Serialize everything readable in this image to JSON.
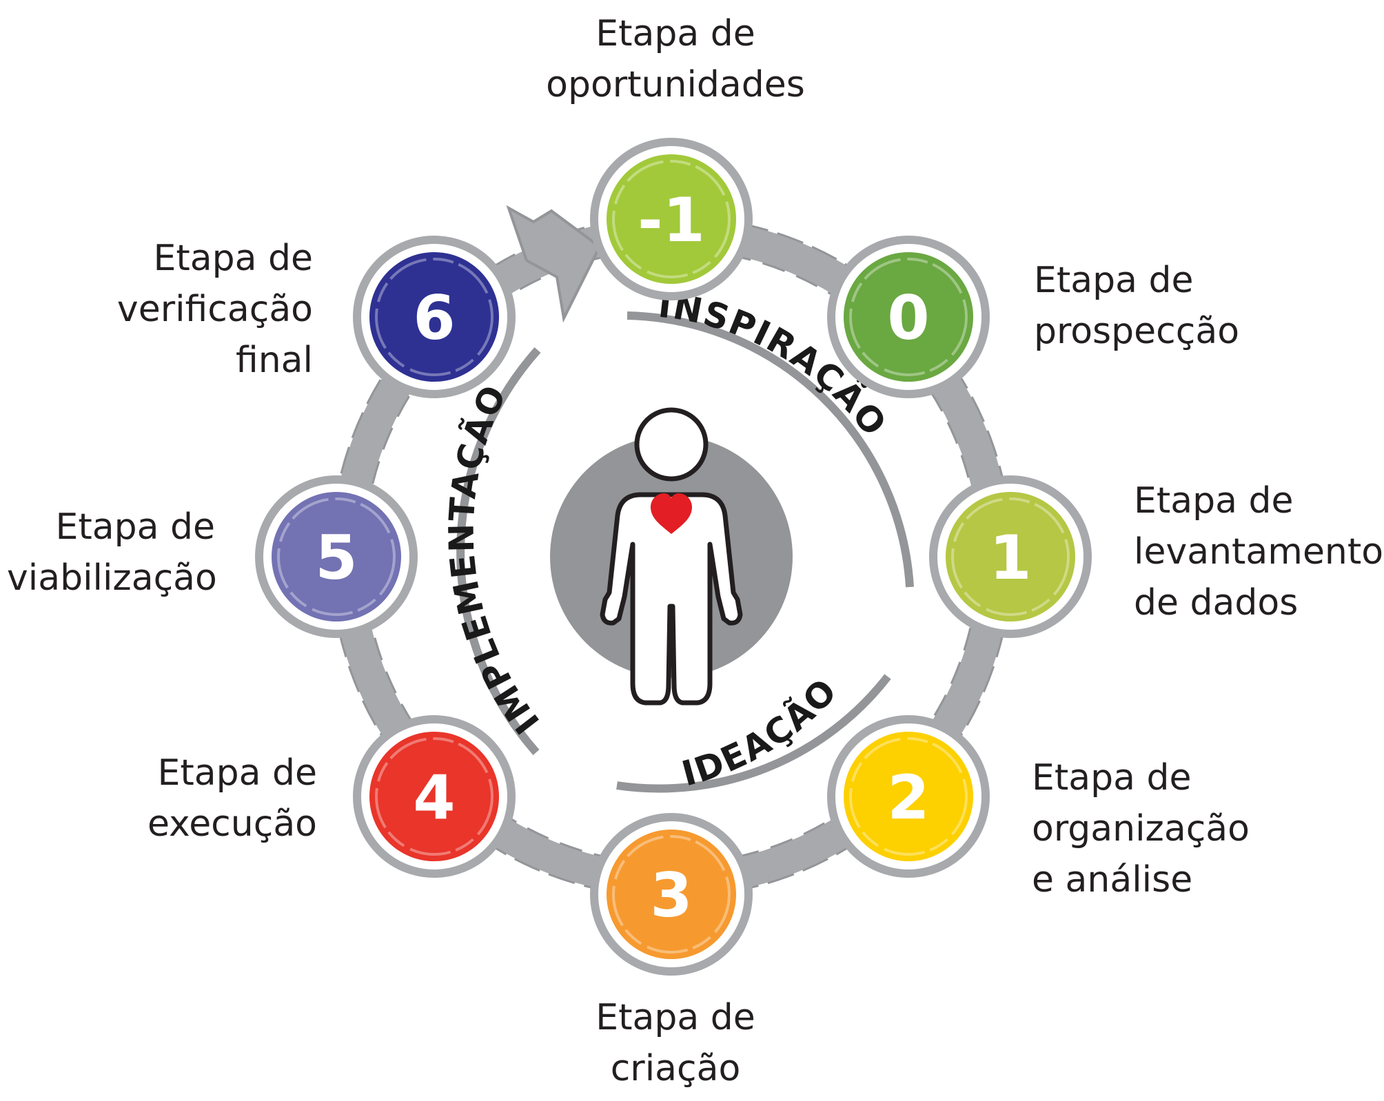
{
  "diagram": {
    "center_figure": "person-with-heart-icon",
    "colors": {
      "ring": "#a7a9ac",
      "ring_outline": "#939598",
      "center_disc": "#939598",
      "heart": "#e31e24",
      "phase_arc": "#939598"
    },
    "phases": [
      {
        "id": "inspiracao",
        "label": "INSPIRAÇÃO"
      },
      {
        "id": "ideacao",
        "label": "IDEAÇÃO"
      },
      {
        "id": "implementacao",
        "label": "IMPLEMENTAÇÃO"
      }
    ],
    "stages": [
      {
        "id": "m1",
        "number": "-1",
        "color": "#a2c93a",
        "lines": [
          "Etapa de",
          "oportunidades"
        ]
      },
      {
        "id": "s0",
        "number": "0",
        "color": "#6aa842",
        "lines": [
          "Etapa de",
          "prospecção"
        ]
      },
      {
        "id": "s1",
        "number": "1",
        "color": "#b5c744",
        "lines": [
          "Etapa de",
          "levantamento",
          "de dados"
        ]
      },
      {
        "id": "s2",
        "number": "2",
        "color": "#fdd000",
        "lines": [
          "Etapa de",
          "organização",
          "e análise"
        ]
      },
      {
        "id": "s3",
        "number": "3",
        "color": "#f69a30",
        "lines": [
          "Etapa de",
          "criação"
        ]
      },
      {
        "id": "s4",
        "number": "4",
        "color": "#e9352a",
        "lines": [
          "Etapa de",
          "execução"
        ]
      },
      {
        "id": "s5",
        "number": "5",
        "color": "#7372b3",
        "lines": [
          "Etapa de",
          "viabilização"
        ]
      },
      {
        "id": "s6",
        "number": "6",
        "color": "#2e3192",
        "lines": [
          "Etapa de",
          "verificação",
          "final"
        ]
      }
    ]
  }
}
